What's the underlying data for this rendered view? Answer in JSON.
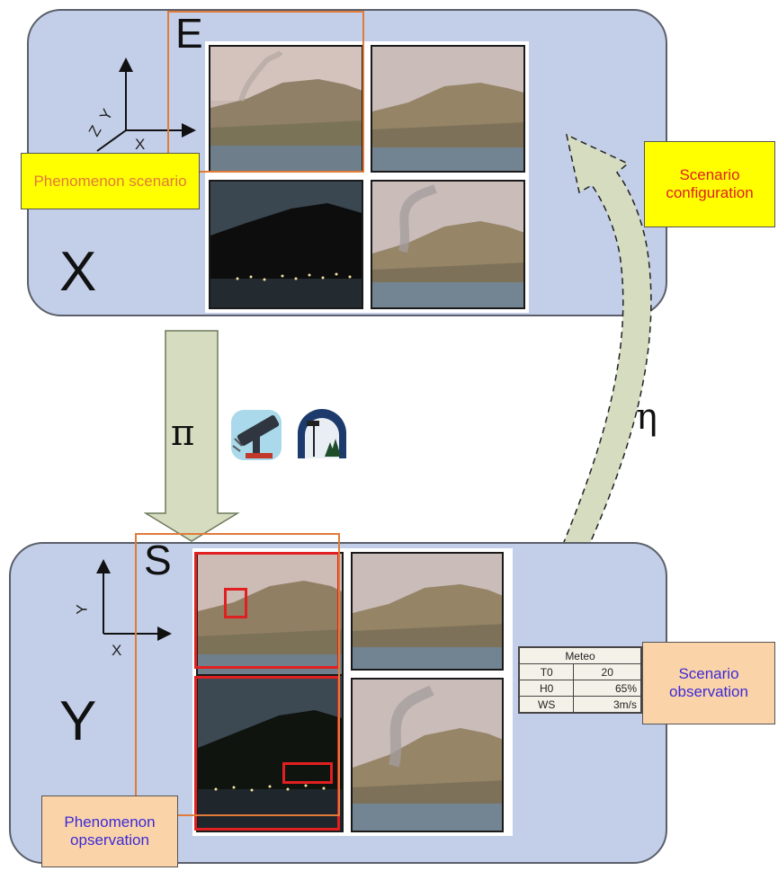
{
  "top": {
    "letter_e": "E",
    "letter_x": "X",
    "axis": {
      "y": "Y",
      "z": "Z",
      "x": "X"
    },
    "phenomenon_scenario": "Phenomenon scenario",
    "scenario_configuration": "Scenario configuration"
  },
  "middle": {
    "pi": "π",
    "eta": "η",
    "icons": [
      "camera-icon",
      "weather-station-icon"
    ]
  },
  "bottom": {
    "letter_s": "S",
    "letter_y": "Y",
    "axis": {
      "y": "Y",
      "x": "X"
    },
    "phenomenon_observation": "Phenomenon opservation",
    "scenario_observation": "Scenario observation",
    "meteo": {
      "title": "Meteo",
      "rows": [
        {
          "key": "T0",
          "value": "20"
        },
        {
          "key": "H0",
          "value": "65%"
        },
        {
          "key": "WS",
          "value": "3m/s"
        }
      ]
    }
  },
  "colors": {
    "panel": "#c3cfe9",
    "arrow_fill": "#d6dcc0",
    "orange": "#e07b39",
    "red": "#e02020",
    "yellow_label": "#ffff00",
    "peach_label": "#fbd3a9"
  }
}
